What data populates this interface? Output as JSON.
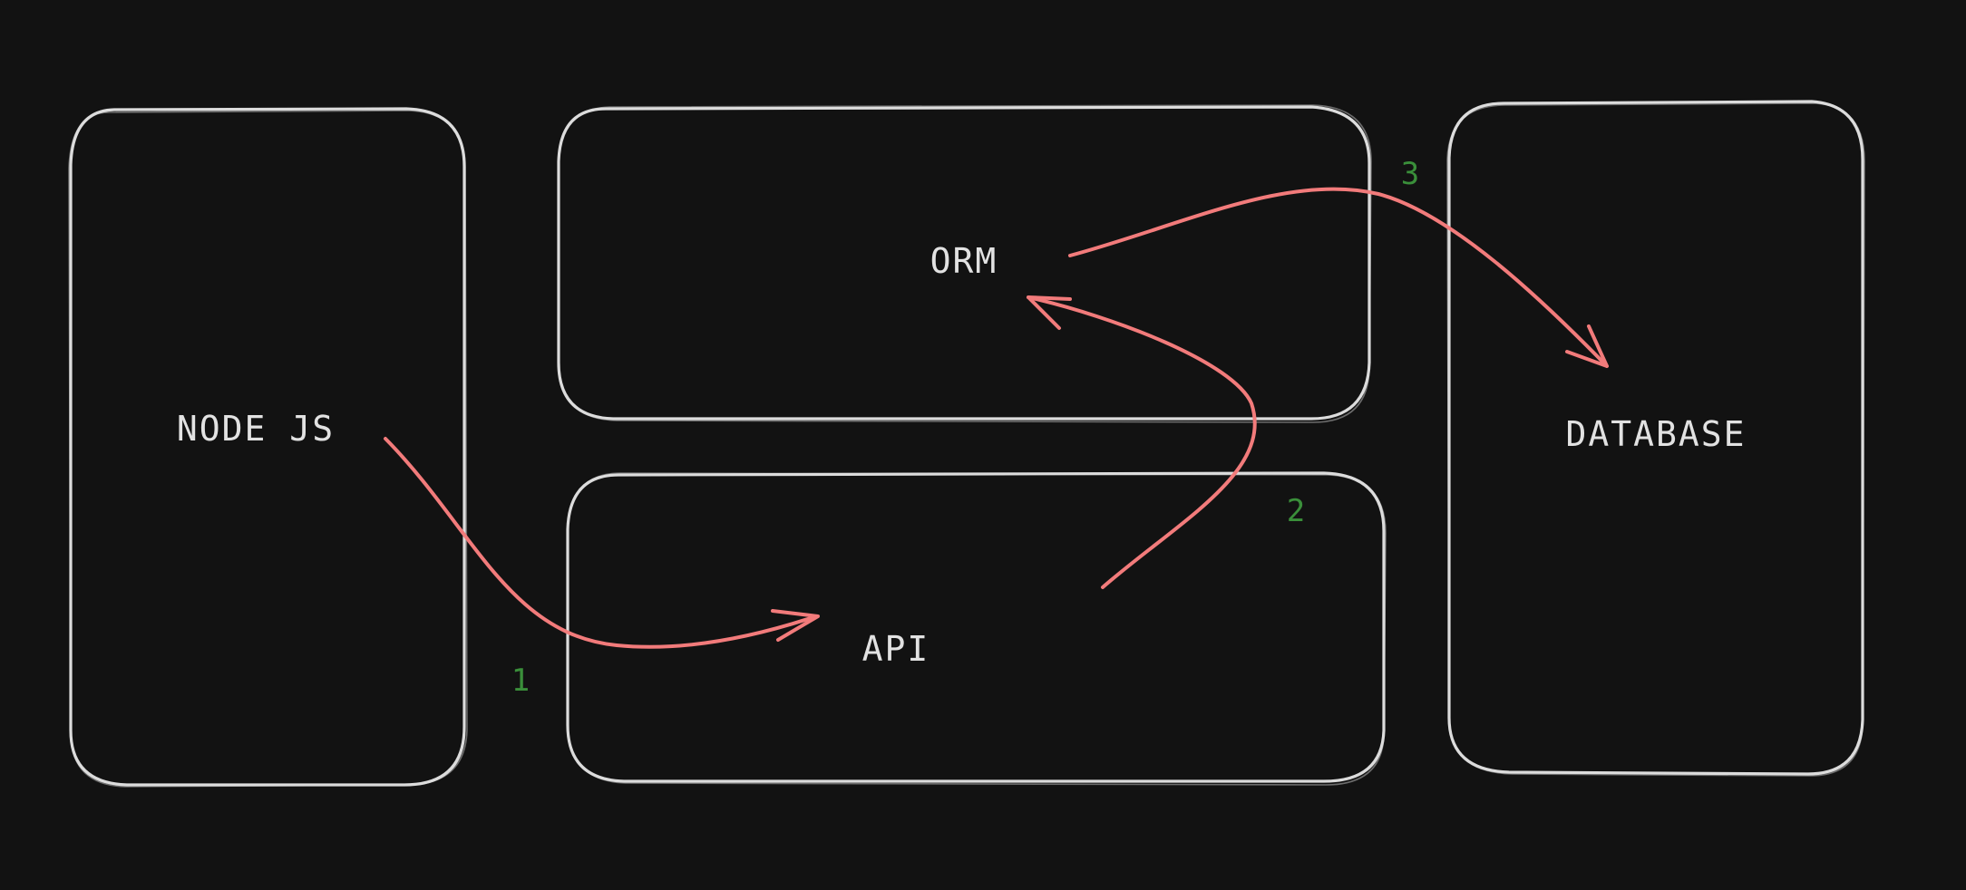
{
  "colors": {
    "background": "#121212",
    "box_stroke": "#dcdcdc",
    "label_text": "#e2e2e2",
    "arrow": "#f27b7b",
    "step_number": "#3a8f3a"
  },
  "nodes": {
    "nodejs": {
      "label": "NODE JS"
    },
    "orm": {
      "label": "ORM"
    },
    "api": {
      "label": "API"
    },
    "database": {
      "label": "DATABASE"
    }
  },
  "edges": [
    {
      "from": "nodejs",
      "to": "api",
      "step": "1"
    },
    {
      "from": "api",
      "to": "orm",
      "step": "2"
    },
    {
      "from": "orm",
      "to": "database",
      "step": "3"
    }
  ]
}
